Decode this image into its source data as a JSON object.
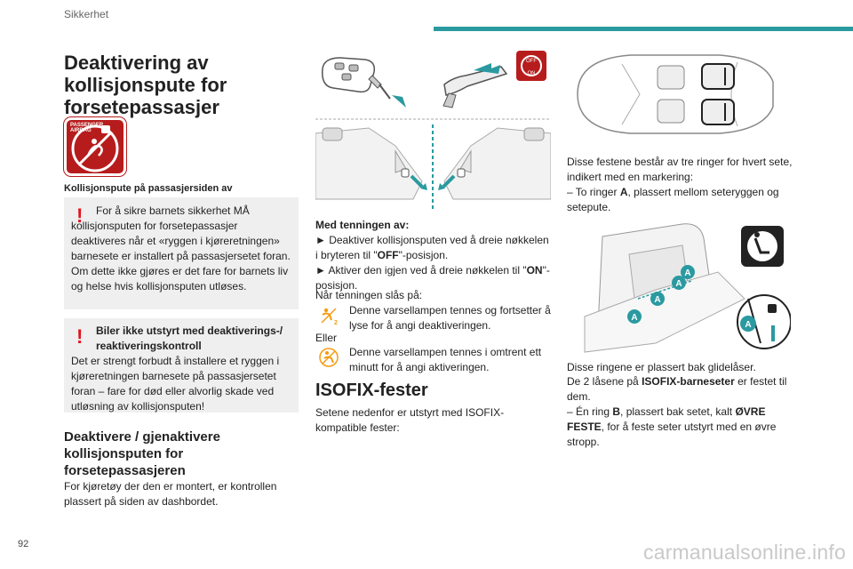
{
  "header": {
    "section": "Sikkerhet"
  },
  "footer": {
    "page_number": "92",
    "watermark": "carmanualsonline.info"
  },
  "colors": {
    "accent_bar": "#2a9aa0",
    "warning_red": "#e1141f",
    "icon_red": "#b71c1c",
    "box_grey": "#efefef"
  },
  "col1": {
    "title": "Deaktivering av kollisjonspute for forsetepassasjer",
    "icon_label": "PASSENGER AIRBAG",
    "icon_caption": "Kollisjonspute på passasjersiden av",
    "warning1": "For å sikre barnets sikkerhet MÅ kollisjonsputen for forsetepassasjer deaktiveres når et «ryggen i kjøreretningen» barnesete er installert på passasjersetet foran. Om dette ikke gjøres er det fare for barnets liv og helse hvis kollisjonsputen utløses.",
    "warning2_title": "Biler ikke utstyrt med deaktiverings-/ reaktiveringskontroll",
    "warning2_text": "Det er strengt forbudt å installere et ryggen i kjøreretningen barnesete på passasjersetet foran – fare for død eller alvorlig skade ved utløsning av kollisjonsputen!",
    "subtitle": "Deaktivere / gjenaktivere kollisjonsputen for forsetepassasjeren",
    "subtitle_text": "For kjøretøy der den er montert, er kontrollen plassert på siden av dashbordet."
  },
  "col2": {
    "ignition_heading": "Med tenningen av:",
    "step1_pre": "► Deaktiver kollisjonsputen ved å dreie nøkkelen i bryteren til \"",
    "step1_bold": "OFF",
    "step1_post": "\"-posisjon.",
    "step2_pre": "► Aktiver den igjen ved å dreie nøkkelen til \"",
    "step2_bold": "ON",
    "step2_post": "\"-posisjon.",
    "when_on": "Når tenningen slås på:",
    "lamp1_text": "Denne varsellampen tennes og fortsetter å lyse for å angi deaktiveringen.",
    "or": "Eller",
    "lamp2_text": "Denne varsellampen tennes i omtrent ett minutt for å angi aktiveringen.",
    "iso_title": "ISOFIX-fester",
    "iso_text": "Setene nedenfor er utstyrt med ISOFIX-kompatible fester:",
    "fig_labels": {
      "off": "OFF",
      "on": "ON"
    }
  },
  "col3": {
    "rings_text": "Disse festene består av tre ringer for hvert sete, indikert med en markering:",
    "ring_a_pre": "– To ringer ",
    "ring_a_bold": "A",
    "ring_a_post": ", plassert mellom seteryggen og setepute.",
    "behind_text": "Disse ringene er plassert bak glidelåser.",
    "locks_pre": "De 2 låsene på ",
    "locks_bold": "ISOFIX-barneseter",
    "locks_post": " er festet til dem.",
    "ring_b_pre": "– Én ring ",
    "ring_b_bold": "B",
    "ring_b_mid": ", plassert bak setet, kalt ",
    "ring_b_bold2": "ØVRE FESTE",
    "ring_b_post": ", for å feste seter utstyrt med en øvre stropp.",
    "marker_a": "A"
  }
}
